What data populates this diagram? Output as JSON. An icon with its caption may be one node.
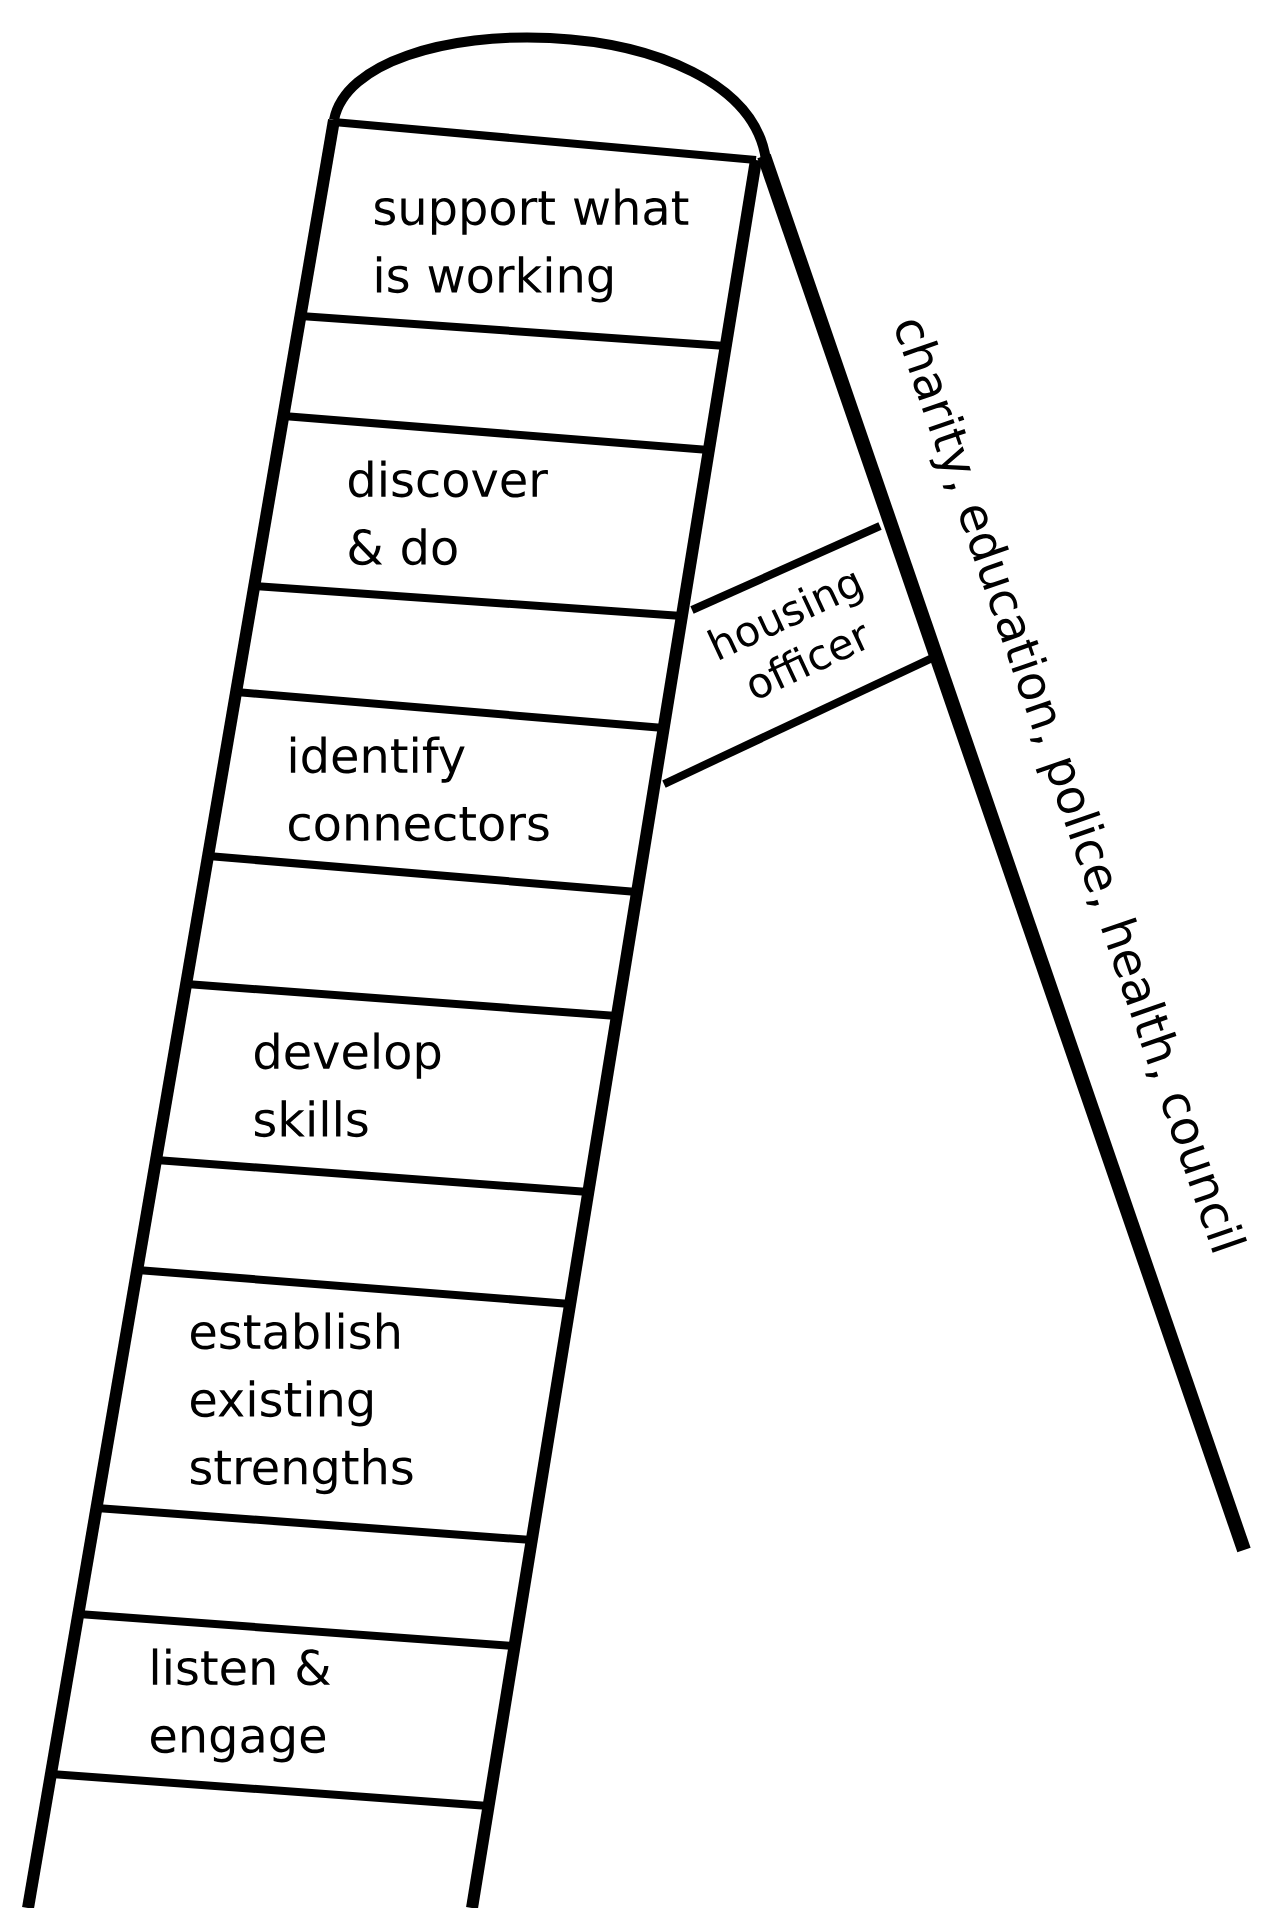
{
  "diagram": {
    "nodes": [
      {
        "text": [
          "support what is working"
        ]
      },
      {
        "text": [
          "discover & do"
        ]
      },
      {
        "text": [
          "housing officer"
        ]
      },
      {
        "text": [
          "identify connectors"
        ]
      },
      {
        "text": [
          "develop skills"
        ]
      },
      {
        "text": [
          "establish existing strengths"
        ]
      },
      {
        "text": [
          "listen & engage"
        ]
      }
    ],
    "labels": [
      "charity, education, police, health, council"
    ]
  }
}
